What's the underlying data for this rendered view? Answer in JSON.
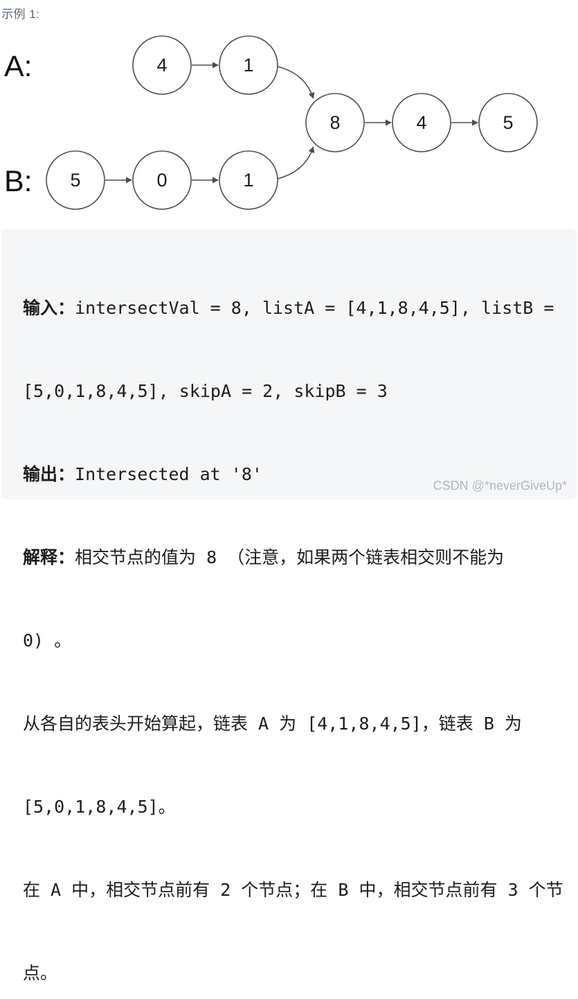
{
  "header": {
    "example_label": "示例 1:",
    "label_color": "#596673"
  },
  "diagram": {
    "list_a_label": "A:",
    "list_b_label": "B:",
    "stroke_color": "#4d4d4d",
    "node_fill": "#ffffff",
    "rows": {
      "a": {
        "nodes": [
          "4",
          "1"
        ]
      },
      "shared": {
        "nodes": [
          "8",
          "4",
          "5"
        ]
      },
      "b": {
        "nodes": [
          "5",
          "0",
          "1"
        ]
      }
    },
    "list_a_values": "[4,1,8,4,5]",
    "list_b_values": "[5,0,1,8,4,5]",
    "intersect_value": "8"
  },
  "example_block": {
    "background": "#f5f6f7",
    "text_color": "#1c1c1c",
    "lines": [
      {
        "label": "输入：",
        "text": "intersectVal = 8, listA = [4,1,8,4,5], listB ="
      },
      {
        "label": "",
        "text": "[5,0,1,8,4,5], skipA = 2, skipB = 3"
      },
      {
        "label": "输出：",
        "text": "Intersected at '8'"
      },
      {
        "label": "解释：",
        "text": "相交节点的值为 8 （注意，如果两个链表相交则不能为"
      },
      {
        "label": "",
        "text": "0) 。"
      },
      {
        "label": "",
        "text": "从各自的表头开始算起，链表 A 为 [4,1,8,4,5]，链表 B 为"
      },
      {
        "label": "",
        "text": "[5,0,1,8,4,5]。"
      },
      {
        "label": "",
        "text": "在 A 中，相交节点前有 2 个节点；在 B 中，相交节点前有 3 个节"
      },
      {
        "label": "",
        "text": "点。"
      }
    ]
  },
  "watermark": {
    "text": "CSDN @*neverGiveUp*",
    "color": "#b3b6b9"
  }
}
